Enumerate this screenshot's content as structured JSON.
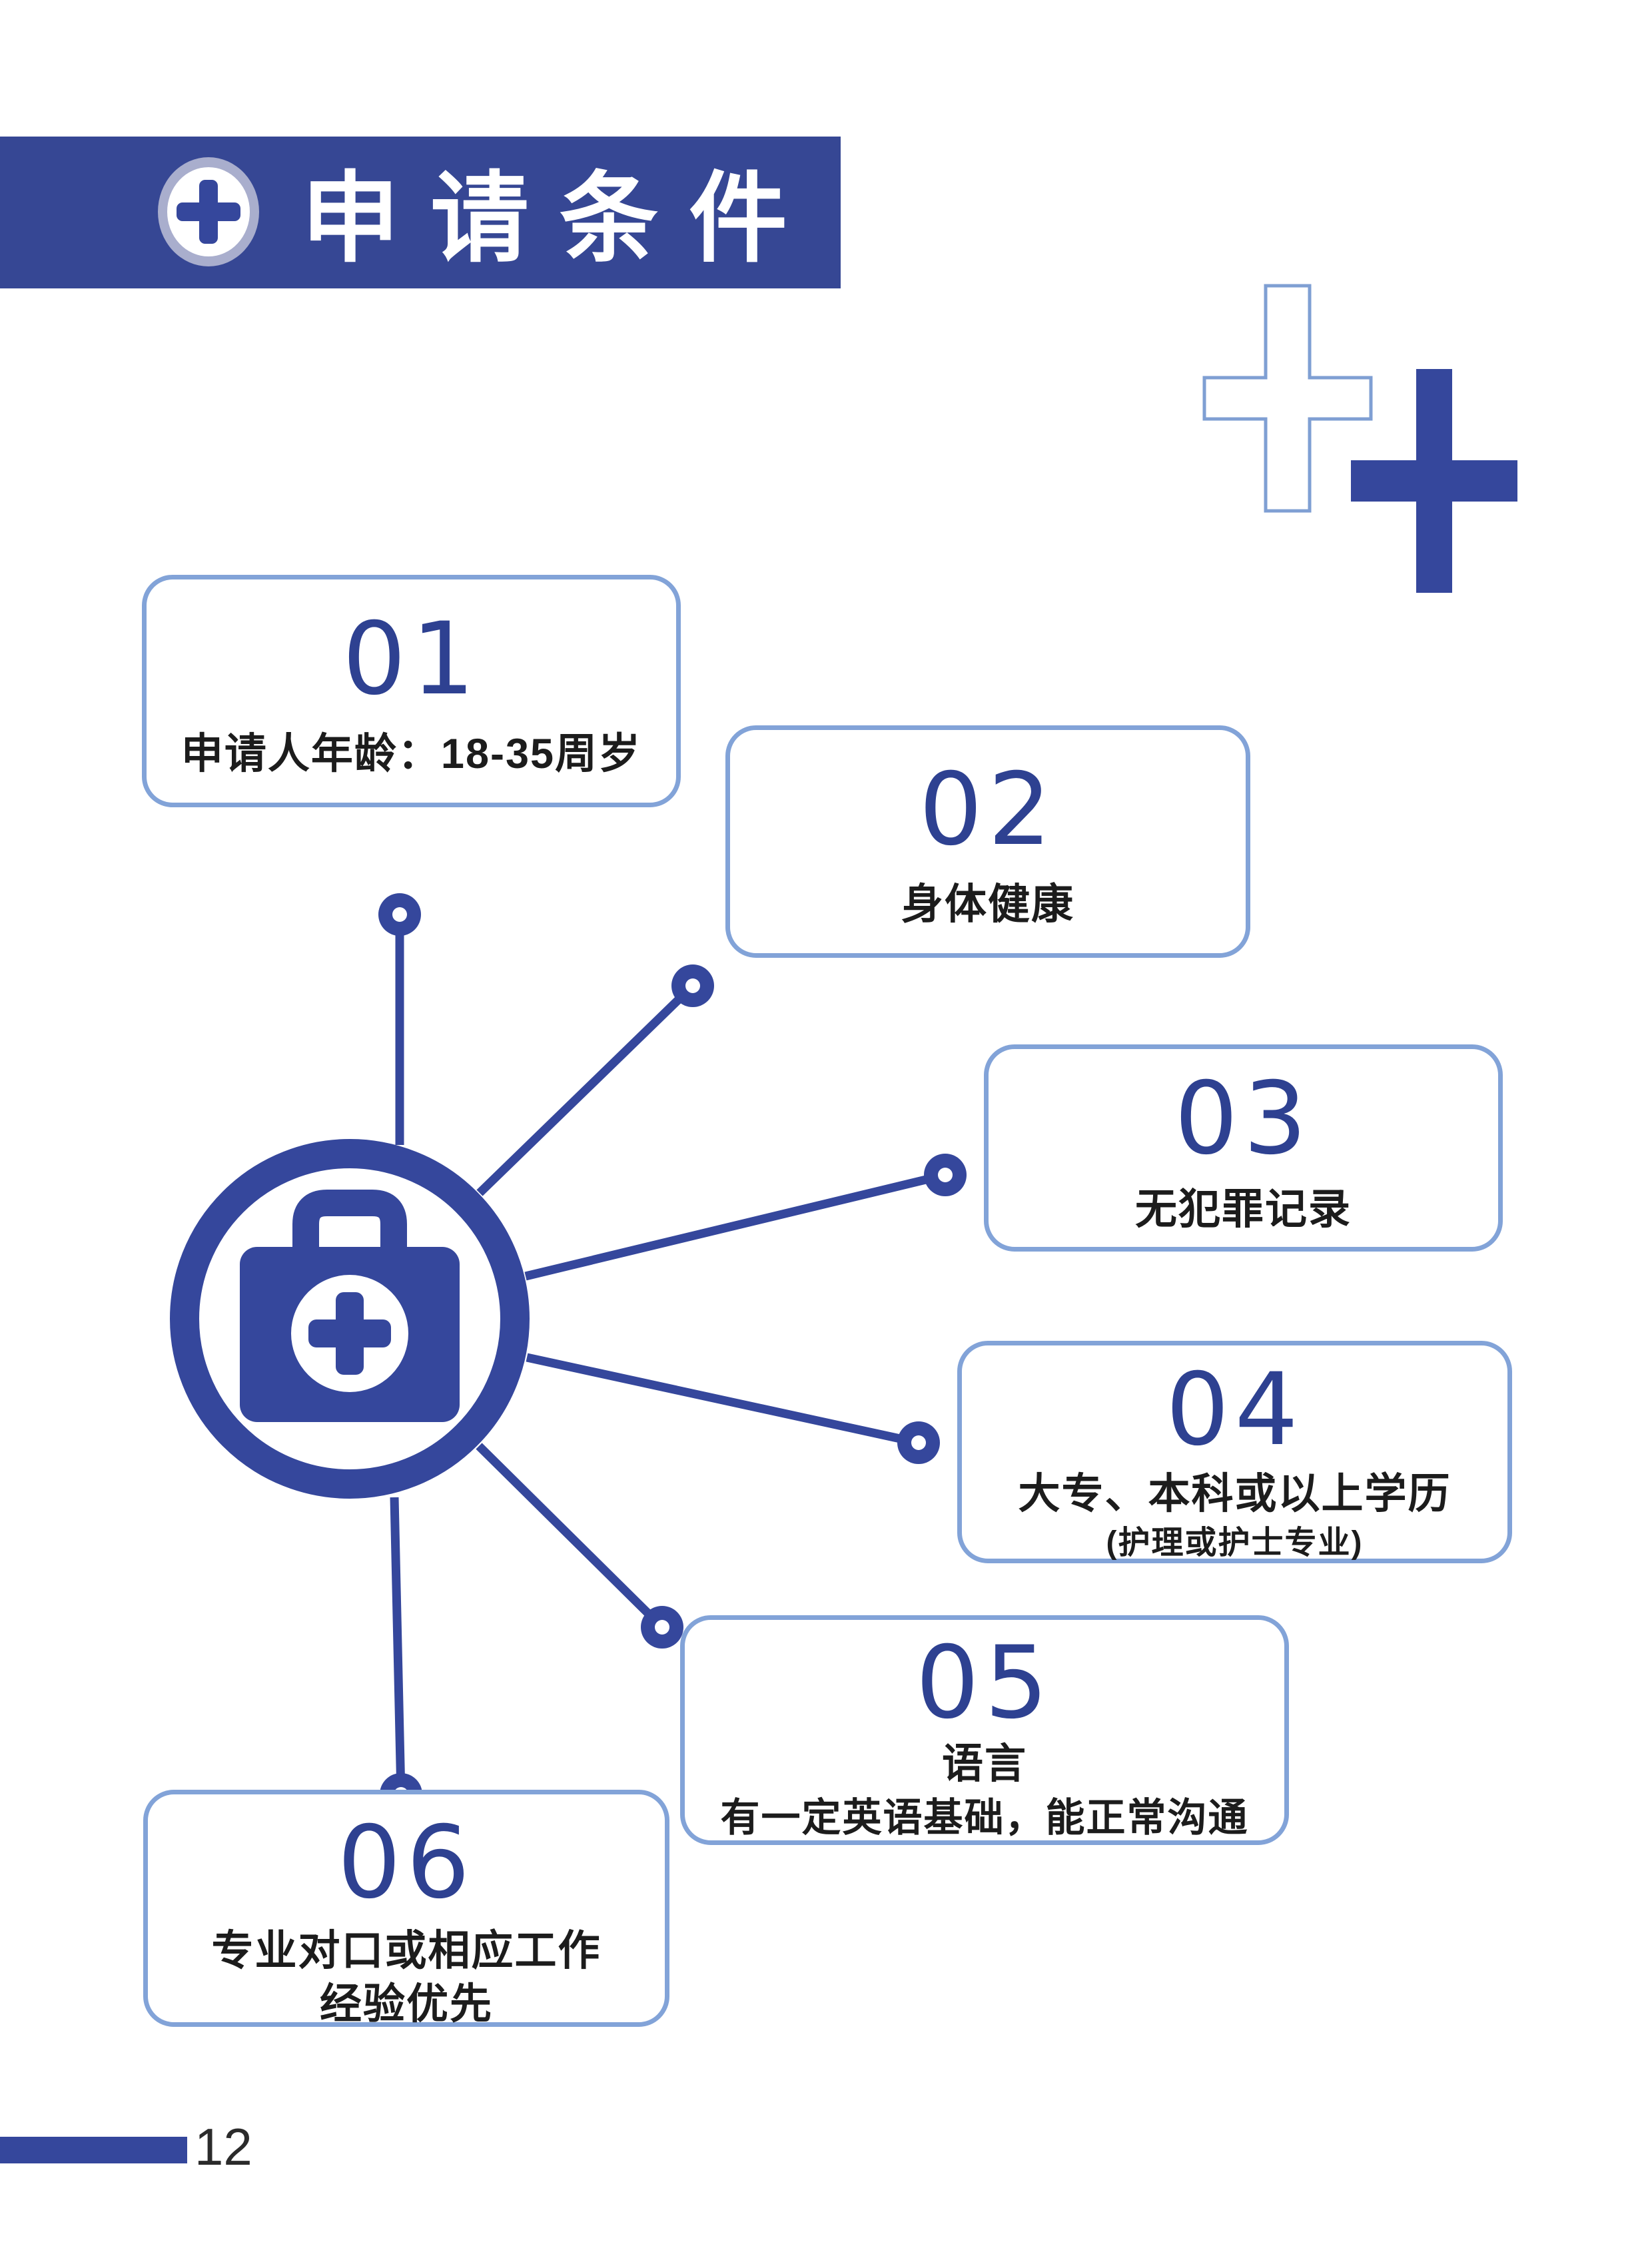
{
  "header": {
    "title": "申请条件"
  },
  "items": [
    {
      "num": "01",
      "lines": [
        "申请人年龄：18-35周岁"
      ]
    },
    {
      "num": "02",
      "lines": [
        "身体健康"
      ]
    },
    {
      "num": "03",
      "lines": [
        "无犯罪记录"
      ]
    },
    {
      "num": "04",
      "lines": [
        "大专、本科或以上学历",
        "(护理或护士专业)"
      ]
    },
    {
      "num": "05",
      "lines": [
        "语言",
        "有一定英语基础，能正常沟通"
      ]
    },
    {
      "num": "06",
      "lines": [
        "专业对口或相应工作",
        "经验优先"
      ]
    }
  ],
  "page": {
    "number": "12"
  },
  "icons": {
    "banner": "plus-circle-icon",
    "hub": "first-aid-kit-icon",
    "decor": [
      "plus-outline-icon",
      "plus-solid-icon"
    ]
  },
  "colors": {
    "dark_blue": "#35479c",
    "banner_blue": "#364794",
    "number_blue": "#2e4191",
    "card_border": "#82a3d8",
    "halo_blue": "#a9aecd",
    "plus_outline": "#7f9fd3",
    "text_dark": "#1c1c1c",
    "footer_text": "#2b2b2b"
  }
}
